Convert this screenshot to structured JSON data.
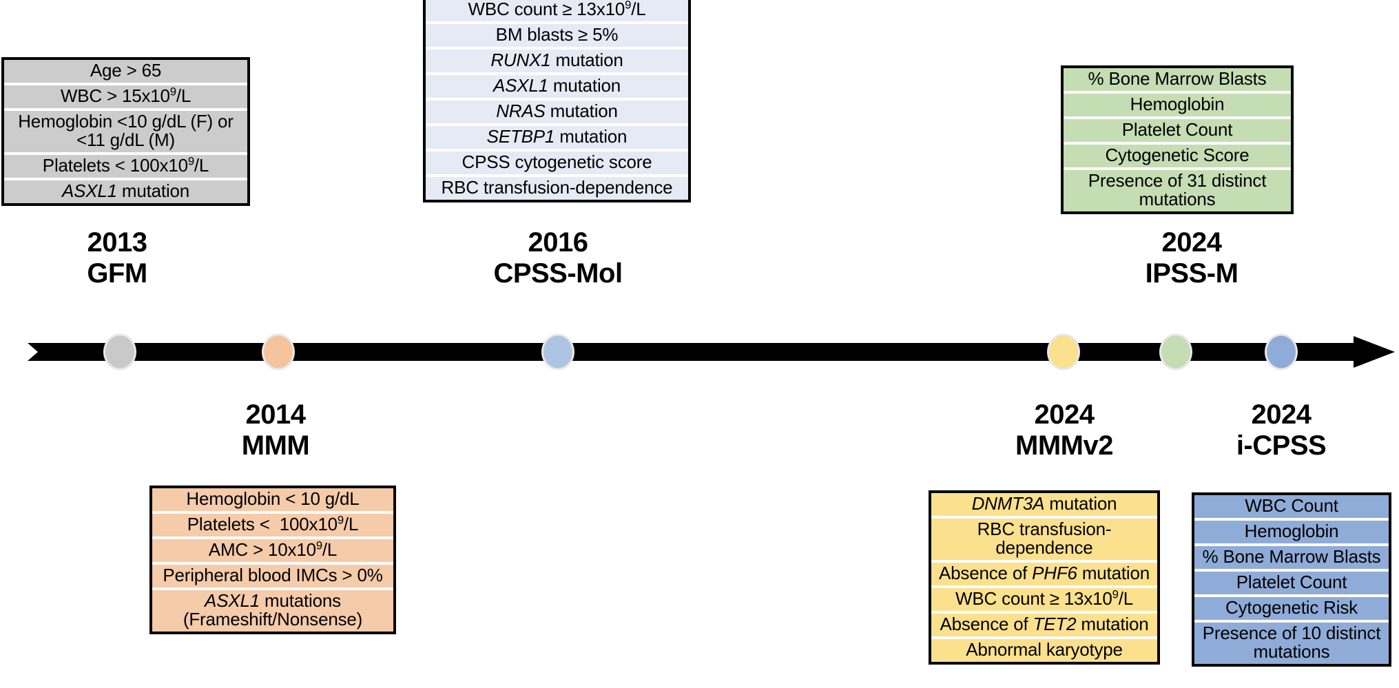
{
  "figure": {
    "type": "timeline-diagram",
    "title_text": "",
    "axis_orientation": "horizontal-right-arrow"
  },
  "timeline": {
    "arrow_color": "#000000",
    "markers": [
      {
        "name": "marker-2013-gfm",
        "year": "2013",
        "model": "GFM",
        "color": "#c9c9c9",
        "x_pct": 8.6
      },
      {
        "name": "marker-2014-mmm",
        "year": "2014",
        "model": "MMM",
        "color": "#f5c49c",
        "x_pct": 19.9
      },
      {
        "name": "marker-2016-cpssmol",
        "year": "2016",
        "model": "CPSS-Mol",
        "color": "#aec4e3",
        "x_pct": 39.9
      },
      {
        "name": "marker-2024-mmmv2",
        "year": "2024",
        "model": "MMMv2",
        "color": "#fbe08d",
        "x_pct": 76.0
      },
      {
        "name": "marker-2024-ipssm",
        "year": "2024",
        "model": "IPSS-M",
        "color": "#c4ddb3",
        "x_pct": 85.0
      },
      {
        "name": "marker-2024-icpss",
        "year": "2024",
        "model": "i-CPSS",
        "color": "#8fabd8",
        "x_pct": 93.6
      }
    ]
  },
  "models": [
    {
      "id": "gfm",
      "year": "2013",
      "name": "GFM",
      "position": "above",
      "color": "#cccccc",
      "criteria": [
        "Age > 65",
        "WBC > 15x10⁹/L",
        "Hemoglobin <10 g/dL (F) or <11 g/dL (M)",
        "Platelets < 100x10⁹/L",
        "ASXL1 mutation"
      ]
    },
    {
      "id": "mmm",
      "year": "2014",
      "name": "MMM",
      "position": "below",
      "color": "#f5cbaa",
      "criteria": [
        "Hemoglobin < 10 g/dL",
        "Platelets <  100x10⁹/L",
        "AMC > 10x10⁹/L",
        "Peripheral blood IMCs > 0%",
        "ASXL1 mutations (Frameshift/Nonsense)"
      ]
    },
    {
      "id": "cpss-mol",
      "year": "2016",
      "name": "CPSS-Mol",
      "position": "above",
      "color": "#e6eaf4",
      "criteria": [
        "WBC count ≥ 13x10⁹/L",
        "BM blasts ≥ 5%",
        "RUNX1 mutation",
        "ASXL1 mutation",
        "NRAS mutation",
        "SETBP1 mutation",
        "CPSS cytogenetic score",
        "RBC transfusion-dependence"
      ]
    },
    {
      "id": "ipss-m",
      "year": "2024",
      "name": "IPSS-M",
      "position": "above",
      "color": "#c4ddb3",
      "criteria": [
        "% Bone Marrow Blasts",
        "Hemoglobin",
        "Platelet Count",
        "Cytogenetic Score",
        "Presence of 31 distinct mutations"
      ]
    },
    {
      "id": "mmmv2",
      "year": "2024",
      "name": "MMMv2",
      "position": "below",
      "color": "#fbe08d",
      "criteria": [
        "DNMT3A mutation",
        "RBC transfusion-dependence",
        "Absence of PHF6 mutation",
        "WBC count ≥ 13x10⁹/L",
        "Absence of TET2 mutation",
        "Abnormal karyotype"
      ]
    },
    {
      "id": "i-cpss",
      "year": "2024",
      "name": "i-CPSS",
      "position": "below",
      "color": "#8fabd8",
      "criteria": [
        "WBC Count",
        "Hemoglobin",
        "% Bone Marrow Blasts",
        "Platelet Count",
        "Cytogenetic Risk",
        "Presence of 10 distinct mutations"
      ]
    }
  ],
  "labels": {
    "gfm": {
      "year": "2013",
      "name": "GFM"
    },
    "mmm": {
      "year": "2014",
      "name": "MMM"
    },
    "cpss_mol": {
      "year": "2016",
      "name": "CPSS-Mol"
    },
    "ipss_m": {
      "year": "2024",
      "name": "IPSS-M"
    },
    "mmmv2": {
      "year": "2024",
      "name": "MMMv2"
    },
    "i_cpss": {
      "year": "2024",
      "name": "i-CPSS"
    }
  }
}
